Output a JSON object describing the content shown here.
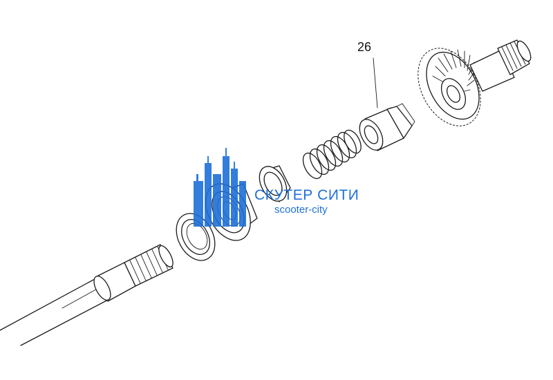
{
  "callouts": [
    {
      "label": "26"
    }
  ],
  "watermark": {
    "title": "СКУТЕР СИТИ",
    "subtitle": "scooter-city",
    "color": "#1e6fd9"
  }
}
